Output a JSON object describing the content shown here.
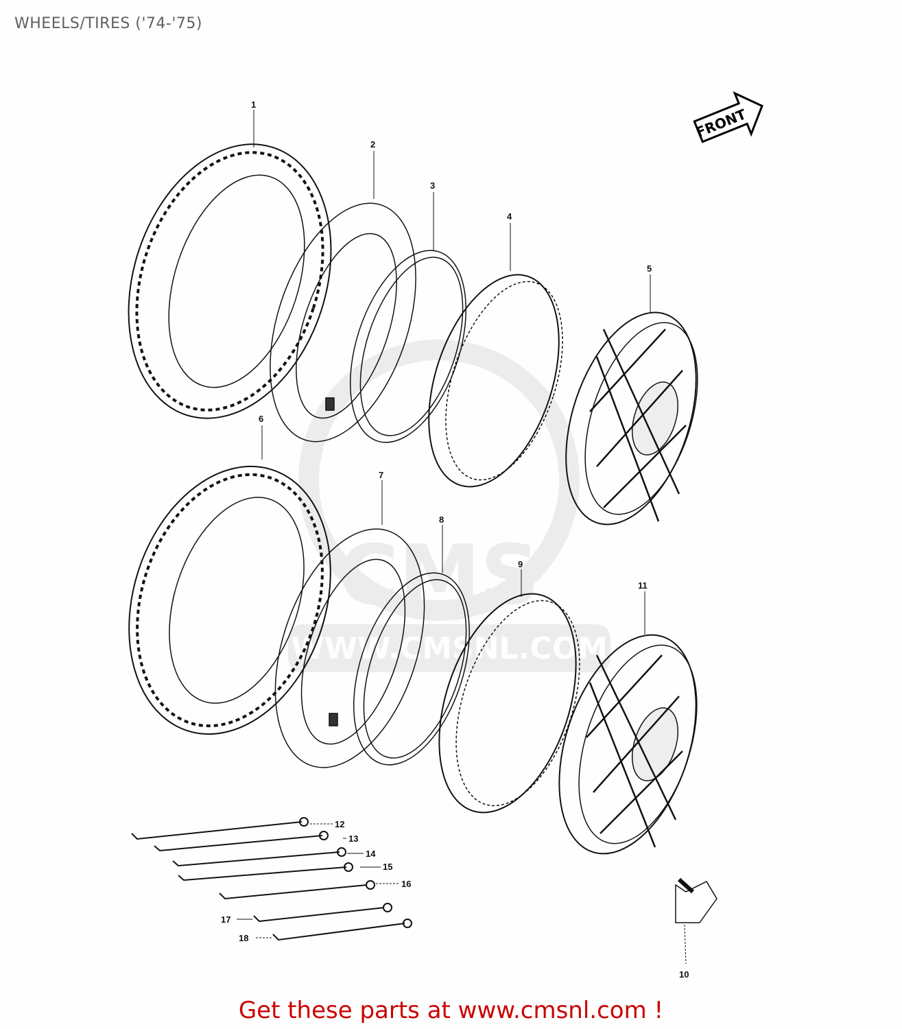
{
  "page": {
    "title": "WHEELS/TIRES ('74-'75)",
    "footer_link": "Get these parts at www.cmsnl.com !",
    "footer_color": "#cc0000",
    "title_color": "#606060"
  },
  "diagram": {
    "direction_badge": "FRONT",
    "watermark": "WWW.CMSNL.COM",
    "watermark_logo": "CMS",
    "callouts": [
      {
        "id": "1",
        "part": "front-tire"
      },
      {
        "id": "2",
        "part": "front-tube"
      },
      {
        "id": "3",
        "part": "front-rim-band"
      },
      {
        "id": "4",
        "part": "front-rim"
      },
      {
        "id": "5",
        "part": "front-wheel-assembly"
      },
      {
        "id": "6",
        "part": "rear-tire"
      },
      {
        "id": "7",
        "part": "rear-tube"
      },
      {
        "id": "8",
        "part": "rear-rim-band"
      },
      {
        "id": "9",
        "part": "rear-rim"
      },
      {
        "id": "10",
        "part": "valve"
      },
      {
        "id": "11",
        "part": "rear-wheel-assembly"
      },
      {
        "id": "12",
        "part": "spoke"
      },
      {
        "id": "13",
        "part": "spoke"
      },
      {
        "id": "14",
        "part": "spoke"
      },
      {
        "id": "15",
        "part": "spoke"
      },
      {
        "id": "16",
        "part": "spoke"
      },
      {
        "id": "17",
        "part": "spoke"
      },
      {
        "id": "18",
        "part": "spoke"
      }
    ]
  }
}
